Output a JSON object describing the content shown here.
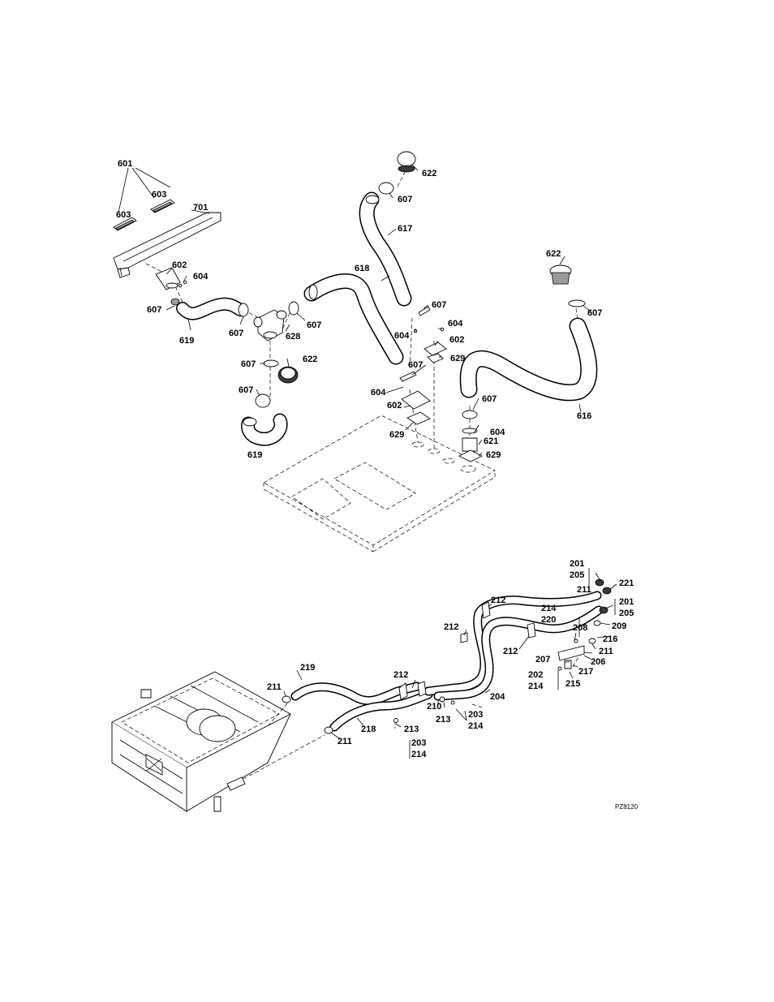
{
  "upper_assembly": {
    "callouts": {
      "c601": "601",
      "c603a": "603",
      "c603b": "603",
      "c701": "701",
      "c602a": "602",
      "c604a": "604",
      "c607a": "607",
      "c619a": "619",
      "c607b": "607",
      "c628": "628",
      "c607c": "607",
      "c607d": "607",
      "c622a": "622",
      "c607e": "607",
      "c619b": "619",
      "c618": "618",
      "c622b": "622",
      "c607f": "607",
      "c617": "617",
      "c607g": "607",
      "c604b": "604",
      "c604c": "604",
      "c602b": "602",
      "c629a": "629",
      "c607h": "607",
      "c604d": "604",
      "c602c": "602",
      "c629b": "629",
      "c622c": "622",
      "c607i": "607",
      "c616": "616",
      "c607j": "607",
      "c604e": "604",
      "c621": "621",
      "c629c": "629"
    }
  },
  "lower_assembly": {
    "callouts": {
      "c201a": "201",
      "c205a": "205",
      "c221": "221",
      "c211a": "211",
      "c201b": "201",
      "c205b": "205",
      "c212a": "212",
      "c214a": "214",
      "c220": "220",
      "c208": "208",
      "c209": "209",
      "c212b": "212",
      "c216": "216",
      "c212c": "212",
      "c211b": "211",
      "c206": "206",
      "c207": "207",
      "c217": "217",
      "c202": "202",
      "c214b": "214",
      "c215": "215",
      "c219": "219",
      "c211c": "211",
      "c212d": "212",
      "c210": "210",
      "c213a": "213",
      "c203a": "203",
      "c214c": "214",
      "c204": "204",
      "c218": "218",
      "c213b": "213",
      "c203b": "203",
      "c214d": "214",
      "c211d": "211"
    }
  },
  "drawing_code": "PZ8120"
}
